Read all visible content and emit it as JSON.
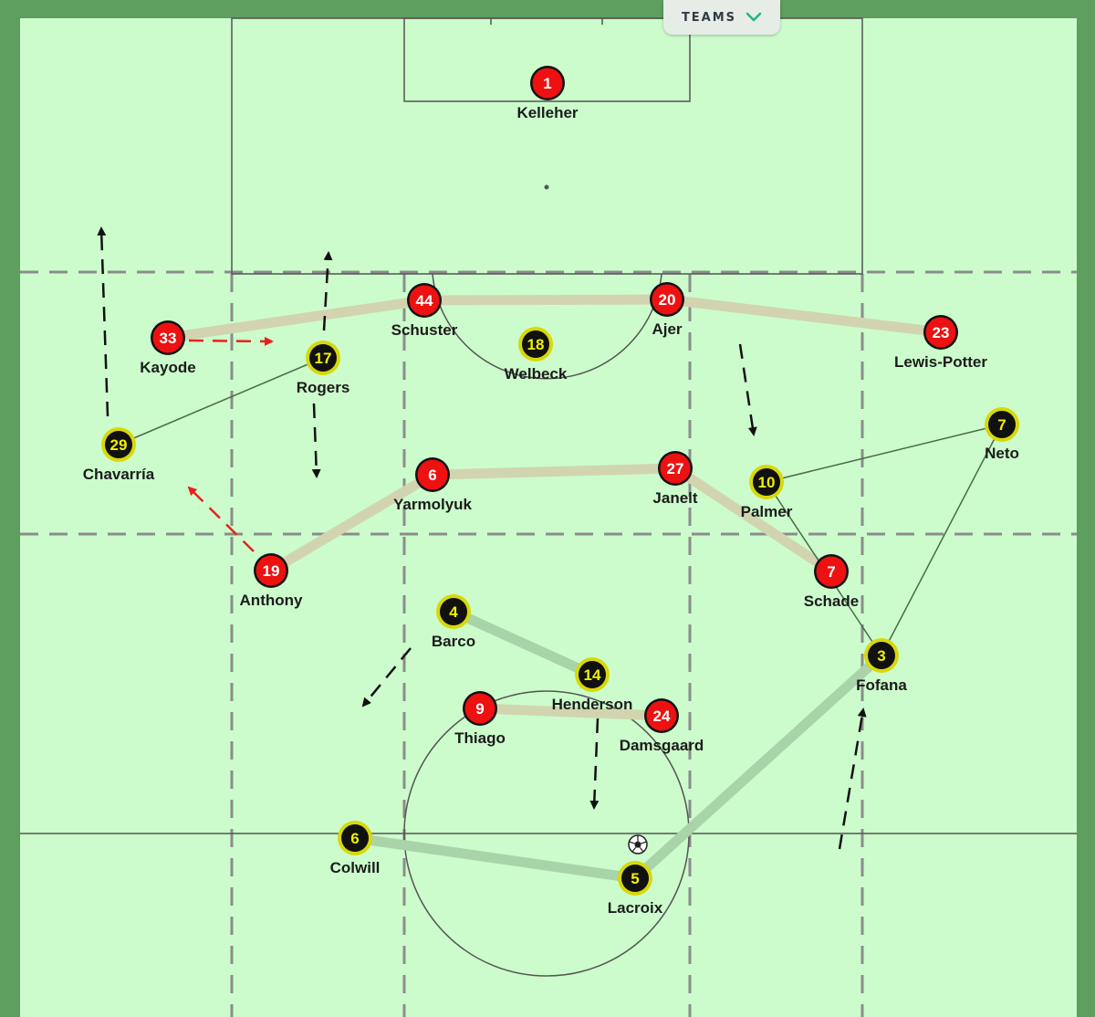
{
  "header": {
    "teams_label": "TEAMS",
    "teams_icon": "chevron-down-icon"
  },
  "colors": {
    "pitch": "#ccfccc",
    "border": "#5e9e5e",
    "lines": "#555555",
    "red_fill": "#ee1111",
    "red_number": "#ffffff",
    "yellow_ring": "#d8d80a",
    "yellow_fill": "#111111",
    "yellow_number": "#f0f000",
    "red_link": "#d2d4b0",
    "yellow_link": "#a9d3a9",
    "run_black": "#111111",
    "run_red": "#e82020",
    "accent": "#1db87a"
  },
  "team_red": [
    {
      "id": "r1",
      "number": "1",
      "name": "Kelleher"
    },
    {
      "id": "r44",
      "number": "44",
      "name": "Schuster"
    },
    {
      "id": "r20",
      "number": "20",
      "name": "Ajer"
    },
    {
      "id": "r33",
      "number": "33",
      "name": "Kayode"
    },
    {
      "id": "r23",
      "number": "23",
      "name": "Lewis-Potter"
    },
    {
      "id": "r6",
      "number": "6",
      "name": "Yarmolyuk"
    },
    {
      "id": "r27",
      "number": "27",
      "name": "Janelt"
    },
    {
      "id": "r19",
      "number": "19",
      "name": "Anthony"
    },
    {
      "id": "r7",
      "number": "7",
      "name": "Schade"
    },
    {
      "id": "r9",
      "number": "9",
      "name": "Thiago"
    },
    {
      "id": "r24",
      "number": "24",
      "name": "Damsgaard"
    }
  ],
  "team_yellow": [
    {
      "id": "y18",
      "number": "18",
      "name": "Welbeck"
    },
    {
      "id": "y17",
      "number": "17",
      "name": "Rogers"
    },
    {
      "id": "y29",
      "number": "29",
      "name": "Chavarría"
    },
    {
      "id": "y10",
      "number": "10",
      "name": "Palmer"
    },
    {
      "id": "y7",
      "number": "7",
      "name": "Neto"
    },
    {
      "id": "y4",
      "number": "4",
      "name": "Barco"
    },
    {
      "id": "y14",
      "number": "14",
      "name": "Henderson"
    },
    {
      "id": "y3",
      "number": "3",
      "name": "Fofana"
    },
    {
      "id": "y6",
      "number": "6",
      "name": "Colwill"
    },
    {
      "id": "y5",
      "number": "5",
      "name": "Lacroix"
    }
  ],
  "links": {
    "red": [
      [
        "r33",
        "r44"
      ],
      [
        "r44",
        "r20"
      ],
      [
        "r20",
        "r23"
      ],
      [
        "r19",
        "r6"
      ],
      [
        "r6",
        "r27"
      ],
      [
        "r27",
        "r7"
      ],
      [
        "r9",
        "r24"
      ]
    ],
    "yellow_thick": [
      [
        "y4",
        "y14"
      ],
      [
        "y6",
        "y5"
      ],
      [
        "y5",
        "y3"
      ]
    ],
    "yellow_thin": [
      [
        "y29",
        "y17"
      ],
      [
        "y10",
        "y7"
      ],
      [
        "y10",
        "y3"
      ],
      [
        "y7",
        "y3"
      ]
    ]
  },
  "ball": {
    "icon": "soccer-ball-icon",
    "holder": "Lacroix"
  },
  "runs": [
    {
      "id": "run-kayode",
      "color": "red"
    },
    {
      "id": "run-anthony",
      "color": "red"
    },
    {
      "id": "run-chavarria",
      "color": "black"
    },
    {
      "id": "run-rogers-up",
      "color": "black"
    },
    {
      "id": "run-rogers-down",
      "color": "black"
    },
    {
      "id": "run-palmer",
      "color": "black"
    },
    {
      "id": "run-barco",
      "color": "black"
    },
    {
      "id": "run-henderson",
      "color": "black"
    },
    {
      "id": "run-fofana",
      "color": "black"
    }
  ]
}
